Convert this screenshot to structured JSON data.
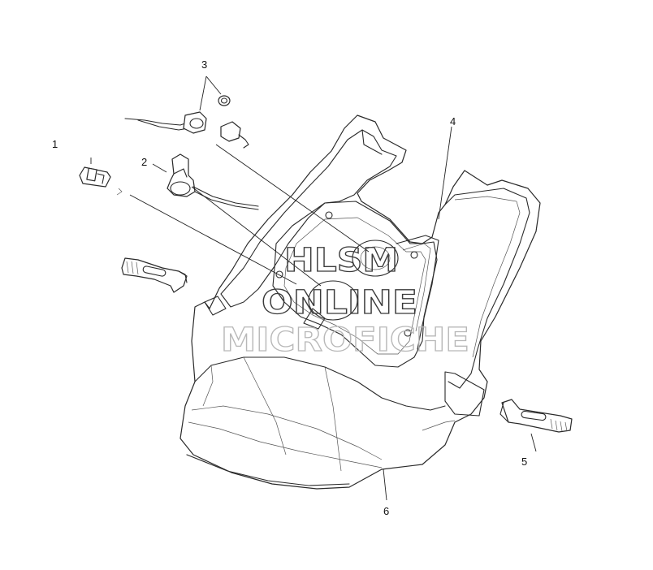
{
  "callouts": {
    "c1": "1",
    "c2": "2",
    "c3": "3",
    "c4": "4",
    "c5": "5",
    "c6": "6"
  },
  "watermark": {
    "line1": "HLSM",
    "line2": "ONLINE",
    "line3": "MICROFICHE"
  },
  "colors": {
    "ink": "#2a2a2a",
    "watermark_dark": "#3a3a3a",
    "watermark_light": "#b8b8b8"
  }
}
